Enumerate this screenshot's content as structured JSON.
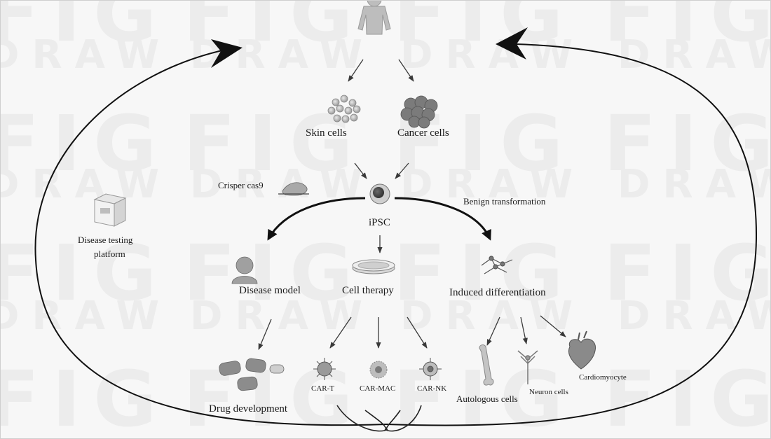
{
  "watermark": {
    "line1": "FIG",
    "line2": "DRAW"
  },
  "labels": {
    "skin_cells": "Skin cells",
    "cancer_cells": "Cancer cells",
    "crisper": "Crisper cas9",
    "ipsc": "iPSC",
    "benign": "Benign transformation",
    "disease_testing_1": "Disease testing",
    "disease_testing_2": "platform",
    "disease_model": "Disease model",
    "cell_therapy": "Cell therapy",
    "induced_diff": "Induced differentiation",
    "drug_dev": "Drug development",
    "car_t": "CAR-T",
    "car_mac": "CAR-MAC",
    "car_nk": "CAR-NK",
    "autologous": "Autologous cells",
    "neuron": "Neuron cells",
    "cardio": "Cardiomyocyte"
  },
  "icons": [
    "human-figure-icon",
    "skin-cells-icon",
    "cancer-cells-icon",
    "ipsc-cell-icon",
    "crispr-icon",
    "disease-testing-box-icon",
    "disease-model-head-icon",
    "petri-dish-icon",
    "differentiation-icon",
    "drug-pills-icon",
    "car-t-cell-icon",
    "car-mac-cell-icon",
    "car-nk-cell-icon",
    "bone-icon",
    "neuron-icon",
    "heart-icon"
  ]
}
